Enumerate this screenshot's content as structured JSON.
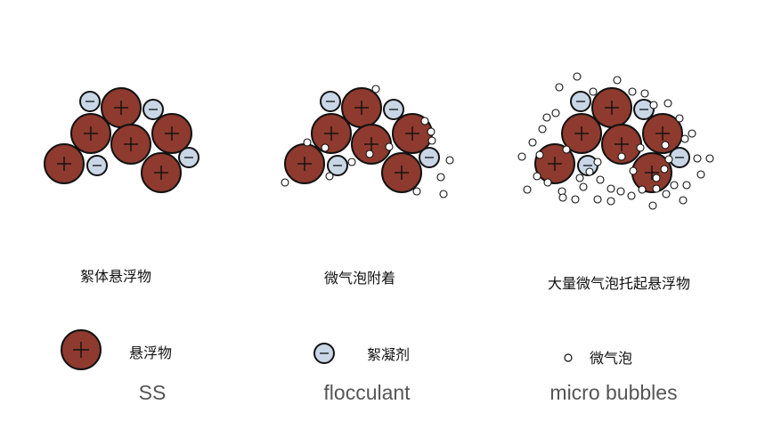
{
  "colors": {
    "suspended_fill": "#8e3a2e",
    "flocculant_fill": "#c9d6e6",
    "bubble_fill": "#ffffff",
    "outline": "#111111",
    "text_dark": "#111111",
    "text_gray": "#555555"
  },
  "panels": [
    {
      "caption": "絮体悬浮物",
      "has_bubbles": false,
      "dense_bubbles": false
    },
    {
      "caption": "微气泡附着",
      "has_bubbles": true,
      "dense_bubbles": false
    },
    {
      "caption": "大量微气泡托起悬浮物",
      "has_bubbles": true,
      "dense_bubbles": true
    }
  ],
  "legend": [
    {
      "icon": "plus-particle-icon",
      "label_cn": "悬浮物",
      "label_en": "SS"
    },
    {
      "icon": "minus-particle-icon",
      "label_cn": "絮凝剂",
      "label_en": "flocculant"
    },
    {
      "icon": "bubble-icon",
      "label_cn": "微气泡",
      "label_en": "micro bubbles"
    }
  ]
}
